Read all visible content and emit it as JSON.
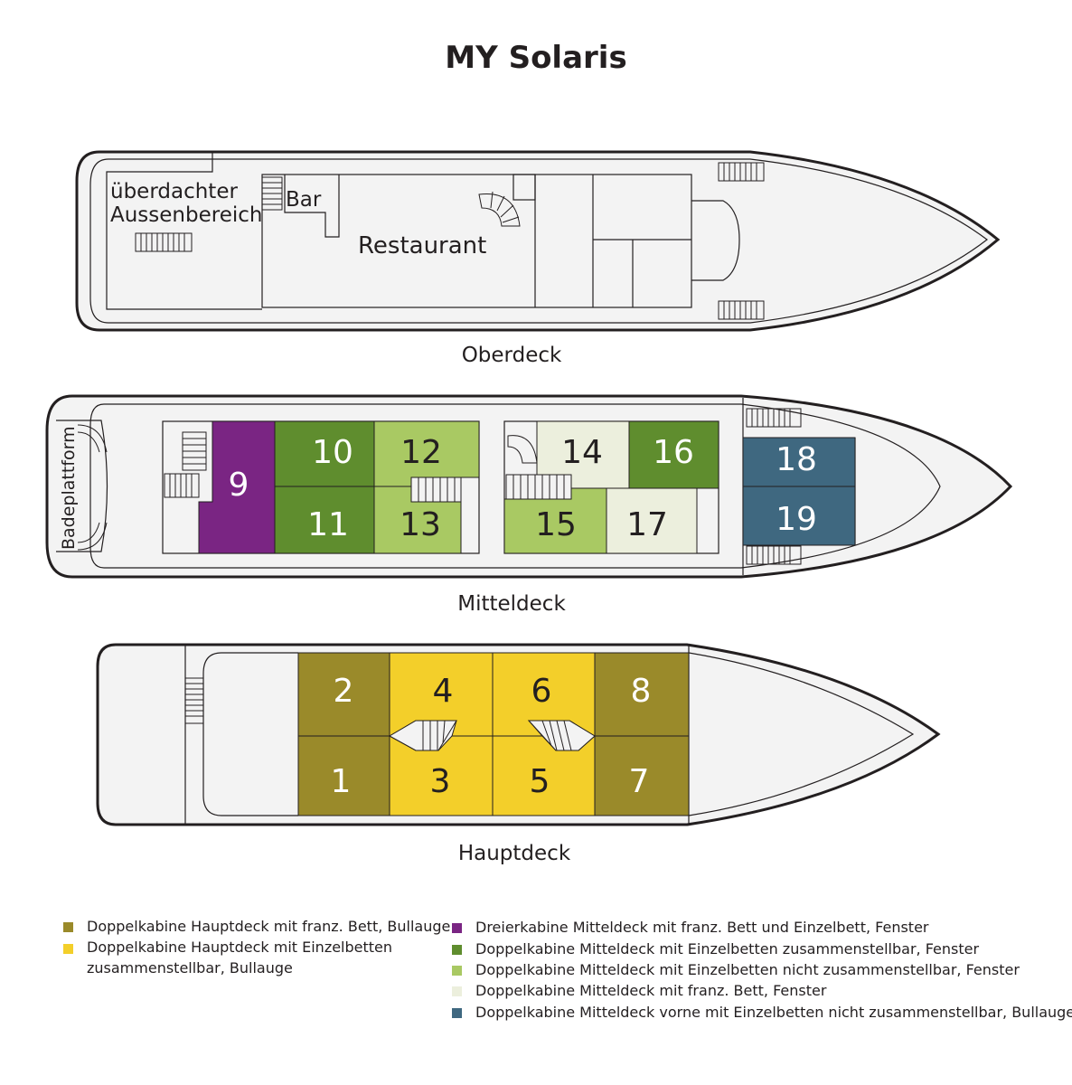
{
  "title": "MY Solaris",
  "decks": {
    "oberdeck": {
      "label": "Oberdeck",
      "areas": {
        "covered_line1": "überdachter",
        "covered_line2": "Aussenbereich",
        "bar": "Bar",
        "restaurant": "Restaurant"
      }
    },
    "mitteldeck": {
      "label": "Mitteldeck",
      "platform": "Badeplattform",
      "cabins": [
        "9",
        "10",
        "11",
        "12",
        "13",
        "14",
        "15",
        "16",
        "17",
        "18",
        "19"
      ]
    },
    "hauptdeck": {
      "label": "Hauptdeck",
      "cabins": [
        "1",
        "2",
        "3",
        "4",
        "5",
        "6",
        "7",
        "8"
      ]
    }
  },
  "colors": {
    "haupt_franz": "#9a8a2a",
    "haupt_einzel": "#f3cf2a",
    "mittel_dreier": "#7a2583",
    "mittel_einzel_zus": "#5f8d2e",
    "mittel_einzel_nicht": "#a9c963",
    "mittel_franz": "#ecefdd",
    "mittel_vorne": "#3f6880",
    "hull_fill": "#f3f3f3",
    "line": "#231f20"
  },
  "legend": {
    "left": [
      {
        "color": "#9a8a2a",
        "text": "Doppelkabine Hauptdeck mit franz. Bett, Bullauge"
      },
      {
        "color": "#f3cf2a",
        "text": "Doppelkabine Hauptdeck mit Einzelbetten",
        "text2": "zusammenstellbar, Bullauge"
      }
    ],
    "right": [
      {
        "color": "#7a2583",
        "text": "Dreierkabine Mitteldeck mit franz. Bett und Einzelbett, Fenster"
      },
      {
        "color": "#5f8d2e",
        "text": "Doppelkabine Mitteldeck mit Einzelbetten zusammenstellbar, Fenster"
      },
      {
        "color": "#a9c963",
        "text": "Doppelkabine Mitteldeck mit Einzelbetten nicht zusammenstellbar, Fenster"
      },
      {
        "color": "#ecefdd",
        "text": "Doppelkabine Mitteldeck mit franz. Bett, Fenster"
      },
      {
        "color": "#3f6880",
        "text": "Doppelkabine Mitteldeck vorne mit Einzelbetten nicht zusammenstellbar, Bullauge"
      }
    ]
  }
}
